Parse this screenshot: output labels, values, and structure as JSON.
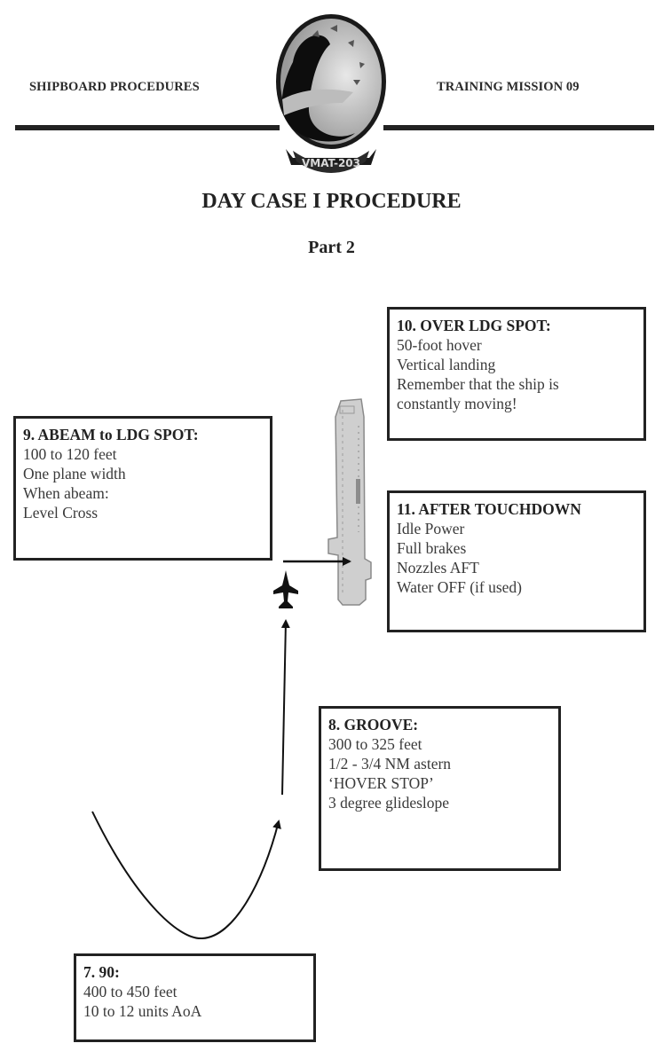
{
  "header": {
    "left": "SHIPBOARD PROCEDURES",
    "right": "TRAINING MISSION 09",
    "logo_text": "VMAT-203"
  },
  "title": "DAY CASE I PROCEDURE",
  "subtitle": "Part 2",
  "steps": [
    {
      "title": "10. OVER LDG SPOT:",
      "lines": [
        "50-foot hover",
        "Vertical landing",
        "Remember that the ship is",
        "constantly moving!"
      ]
    },
    {
      "title": "9. ABEAM to LDG SPOT:",
      "lines": [
        "100 to 120 feet",
        "One plane width",
        "When abeam:",
        "Level Cross"
      ]
    },
    {
      "title": "11. AFTER TOUCHDOWN",
      "lines": [
        "Idle Power",
        "Full brakes",
        "Nozzles AFT",
        "Water OFF (if used)"
      ]
    },
    {
      "title": "8. GROOVE:",
      "lines": [
        "300 to 325 feet",
        "1/2 - 3/4 NM astern",
        "‘HOVER STOP’",
        "3 degree glideslope"
      ]
    },
    {
      "title": "7. 90:",
      "lines": [
        "400 to 450 feet",
        "10 to 12 units AoA"
      ]
    }
  ],
  "icons": {
    "logo": "squadron-emblem-icon",
    "ship": "aircraft-carrier-icon",
    "aircraft": "harrier-jet-icon"
  },
  "colors": {
    "ink": "#222222",
    "ship_fill": "#cfcfcf"
  }
}
